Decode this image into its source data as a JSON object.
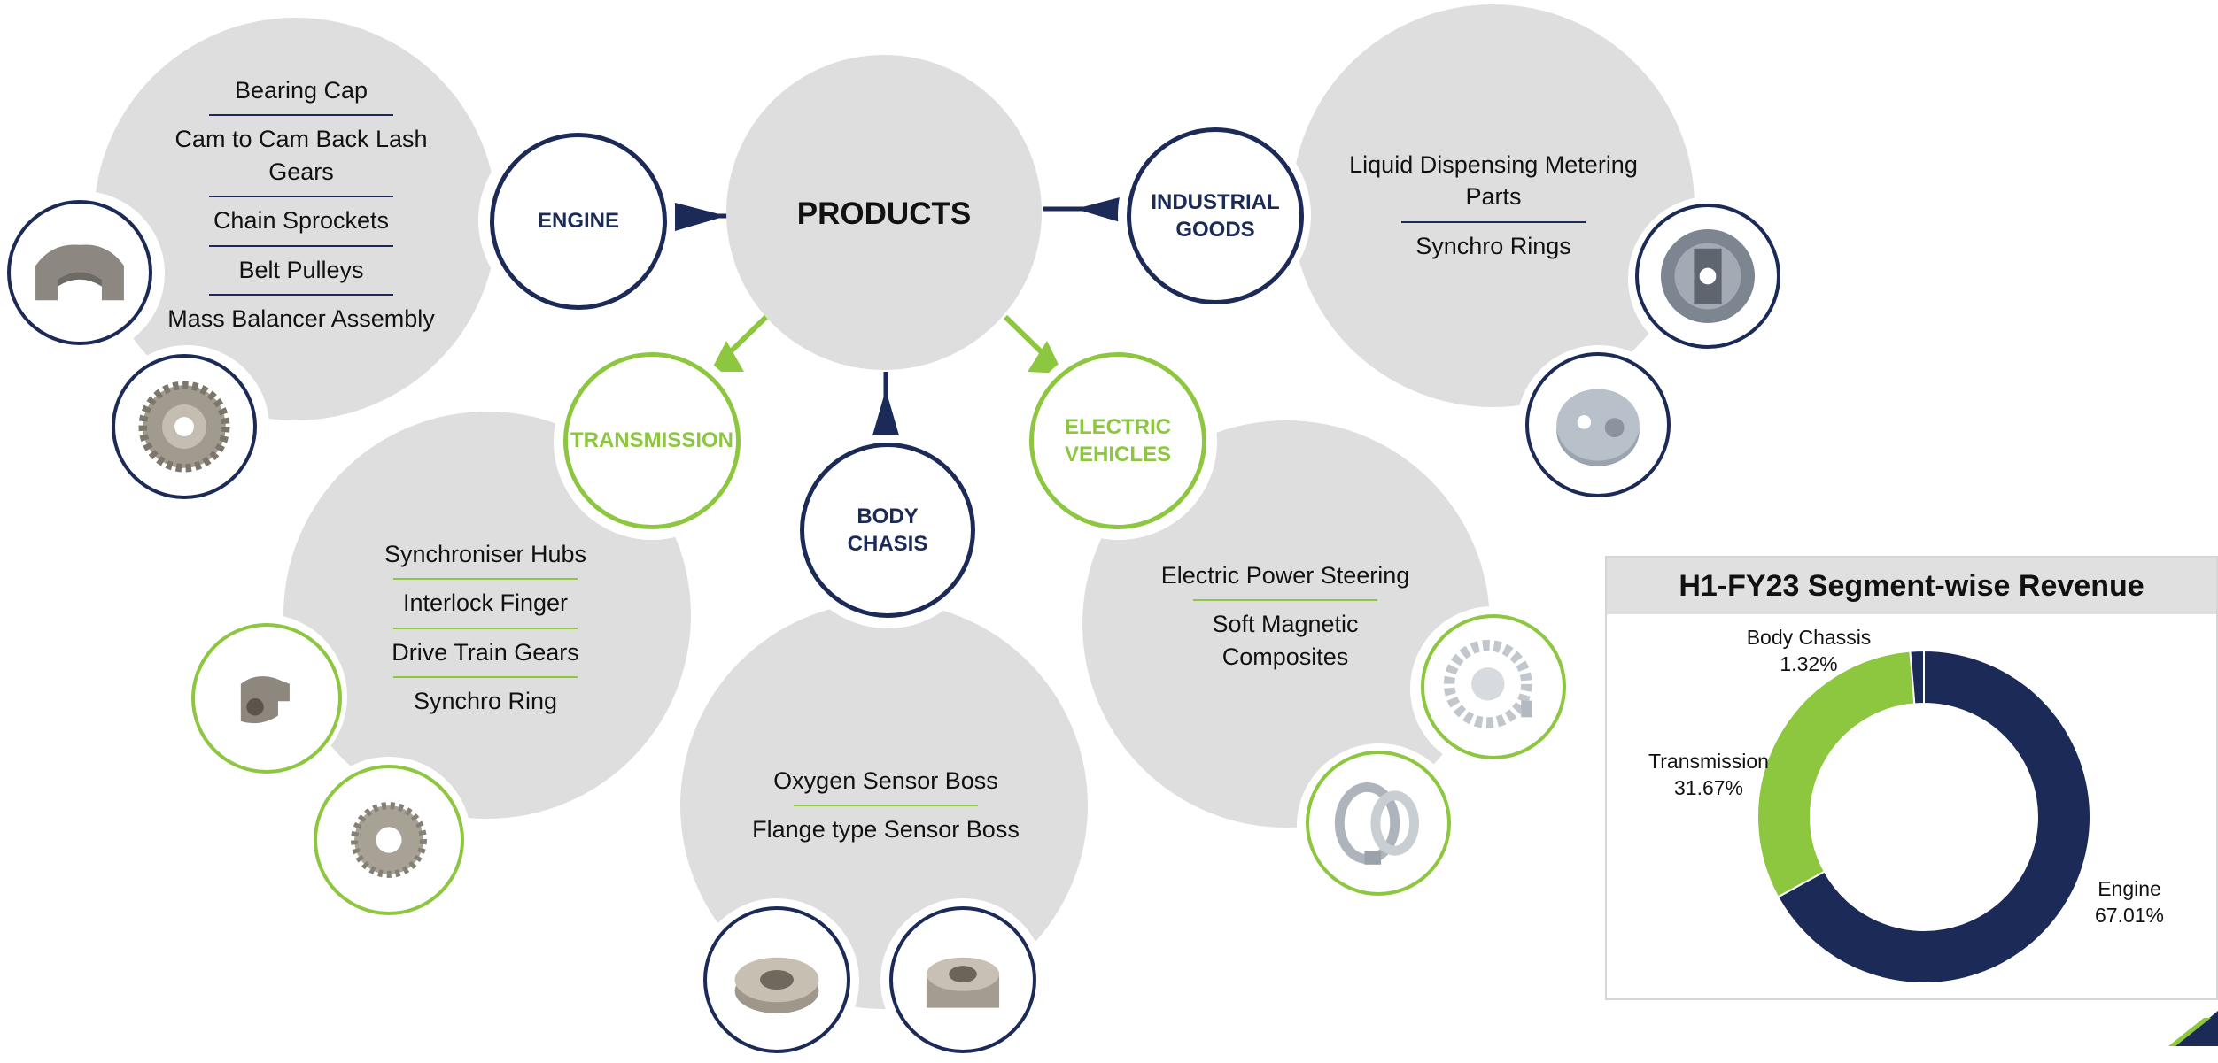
{
  "center": {
    "label": "PRODUCTS"
  },
  "segments": {
    "engine": {
      "label": "ENGINE",
      "items": [
        "Bearing Cap",
        "Cam to Cam Back Lash Gears",
        "Chain Sprockets",
        "Belt Pulleys",
        "Mass Balancer Assembly"
      ]
    },
    "industrial": {
      "label": "INDUSTRIAL\nGOODS",
      "items": [
        "Liquid Dispensing Metering\nParts",
        "Synchro Rings"
      ]
    },
    "transmission": {
      "label": "TRANSMISSION",
      "items": [
        "Synchroniser Hubs",
        "Interlock Finger",
        "Drive Train Gears",
        "Synchro Ring"
      ]
    },
    "body": {
      "label": "BODY\nCHASIS",
      "items": [
        "Oxygen Sensor Boss",
        "Flange type Sensor Boss"
      ]
    },
    "ev": {
      "label": "ELECTRIC\nVEHICLES",
      "items": [
        "Electric Power Steering",
        "Soft Magnetic\nComposites"
      ]
    }
  },
  "colors": {
    "navy": "#1b2a57",
    "green": "#8dc63f",
    "bubble": "#dedede"
  },
  "chart_data": {
    "type": "pie",
    "title": "H1-FY23 Segment-wise Revenue",
    "slices": [
      {
        "name": "Engine",
        "value": 67.01,
        "label": "67.01%",
        "color": "#1b2a57"
      },
      {
        "name": "Transmission",
        "value": 31.67,
        "label": "31.67%",
        "color": "#8dc63f"
      },
      {
        "name": "Body Chassis",
        "value": 1.32,
        "label": "1.32%",
        "color": "#1b2a57"
      }
    ]
  }
}
